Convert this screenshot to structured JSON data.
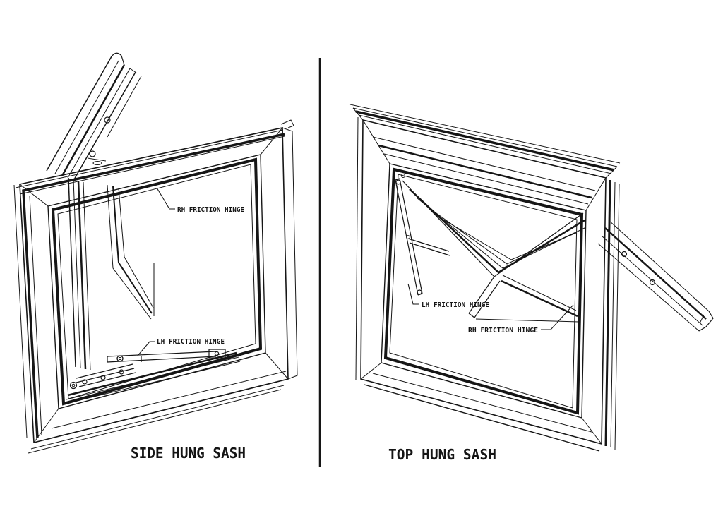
{
  "drawing": {
    "background": "#ffffff",
    "line_color": "#161616",
    "description": "Isometric CAD drawing of two aluminium window sash types separated by a vertical divider"
  },
  "left_panel": {
    "caption": "SIDE HUNG SASH",
    "hinge_label_top": "RH FRICTION HINGE",
    "hinge_label_bottom": "LH FRICTION HINGE"
  },
  "right_panel": {
    "caption": "TOP HUNG SASH",
    "hinge_label_left": "LH FRICTION HINGE",
    "hinge_label_right": "RH FRICTION HINGE"
  }
}
